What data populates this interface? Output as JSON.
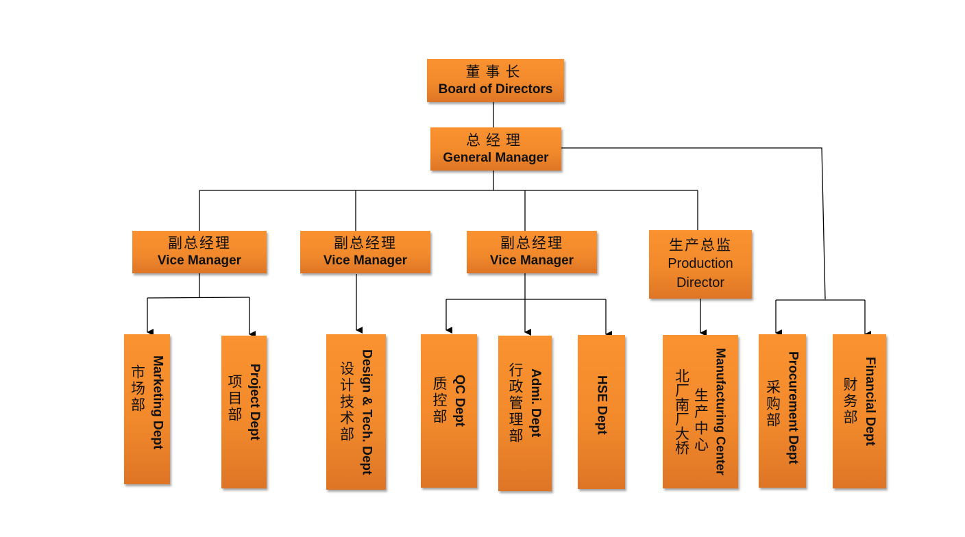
{
  "chart": {
    "title": "Organization Chart",
    "colors": {
      "box_fill": "#f28a2c",
      "line": "#000000"
    }
  },
  "top": {
    "board": {
      "zh": "董事长",
      "en": "Board of Directors"
    },
    "gm": {
      "zh": "总经理",
      "en": "General Manager"
    }
  },
  "managers": [
    {
      "zh": "副总经理",
      "en": "Vice Manager"
    },
    {
      "zh": "副总经理",
      "en": "Vice Manager"
    },
    {
      "zh": "副总经理",
      "en": "Vice Manager"
    },
    {
      "zh": "生产总监",
      "en": "Production Director"
    }
  ],
  "departments": [
    {
      "zh": "市场部",
      "en": "Marketing Dept",
      "reports_to": "Vice Manager 1"
    },
    {
      "zh": "项目部",
      "en": "Project Dept",
      "reports_to": "Vice Manager 1"
    },
    {
      "zh": "设计技术部",
      "en": "Design & Tech. Dept",
      "reports_to": "Vice Manager 2"
    },
    {
      "zh": "质控部",
      "en": "QC Dept",
      "reports_to": "Vice Manager 3"
    },
    {
      "zh": "行政管理部",
      "en": "Admi. Dept",
      "reports_to": "Vice Manager 3"
    },
    {
      "zh": "",
      "en": "HSE Dept",
      "reports_to": "Vice Manager 3"
    },
    {
      "zh": "生产中心",
      "zh2": "北厂南厂大桥",
      "en": "Manufacturing Center",
      "reports_to": "Production Director"
    },
    {
      "zh": "采购部",
      "en": "Procurement Dept",
      "reports_to": "General Manager"
    },
    {
      "zh": "财务部",
      "en": "Financial Dept",
      "reports_to": "General Manager"
    }
  ]
}
